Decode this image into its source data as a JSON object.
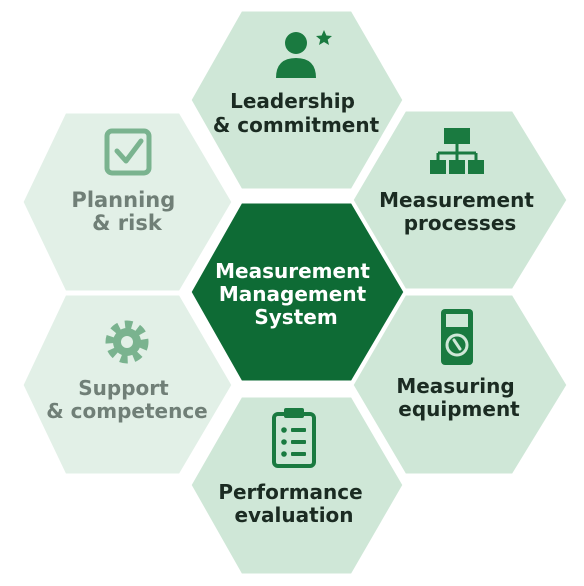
{
  "center": {
    "lines": [
      "Measurement",
      "Management",
      "System"
    ],
    "fill": "#0e6b35",
    "text_color": "#ffffff"
  },
  "segments": {
    "leadership": {
      "lines": [
        "Leadership",
        "& commitment"
      ],
      "icon": "person-star-icon"
    },
    "processes": {
      "lines": [
        "Measurement",
        "processes"
      ],
      "icon": "org-chart-icon"
    },
    "equipment": {
      "lines": [
        "Measuring",
        "equipment"
      ],
      "icon": "multimeter-icon"
    },
    "evaluation": {
      "lines": [
        "Performance",
        "evaluation"
      ],
      "icon": "clipboard-list-icon"
    },
    "support": {
      "lines": [
        "Support",
        "& competence"
      ],
      "icon": "gear-icon"
    },
    "planning": {
      "lines": [
        "Planning",
        "& risk"
      ],
      "icon": "checkbox-icon"
    }
  },
  "colors": {
    "active_fill": "#cfe7d7",
    "faded_fill": "#e2f0e7",
    "active_text": "#1b2b22",
    "faded_text": "#707f77",
    "icon_active": "#1a7a40",
    "icon_faded": "#7ab38f"
  }
}
